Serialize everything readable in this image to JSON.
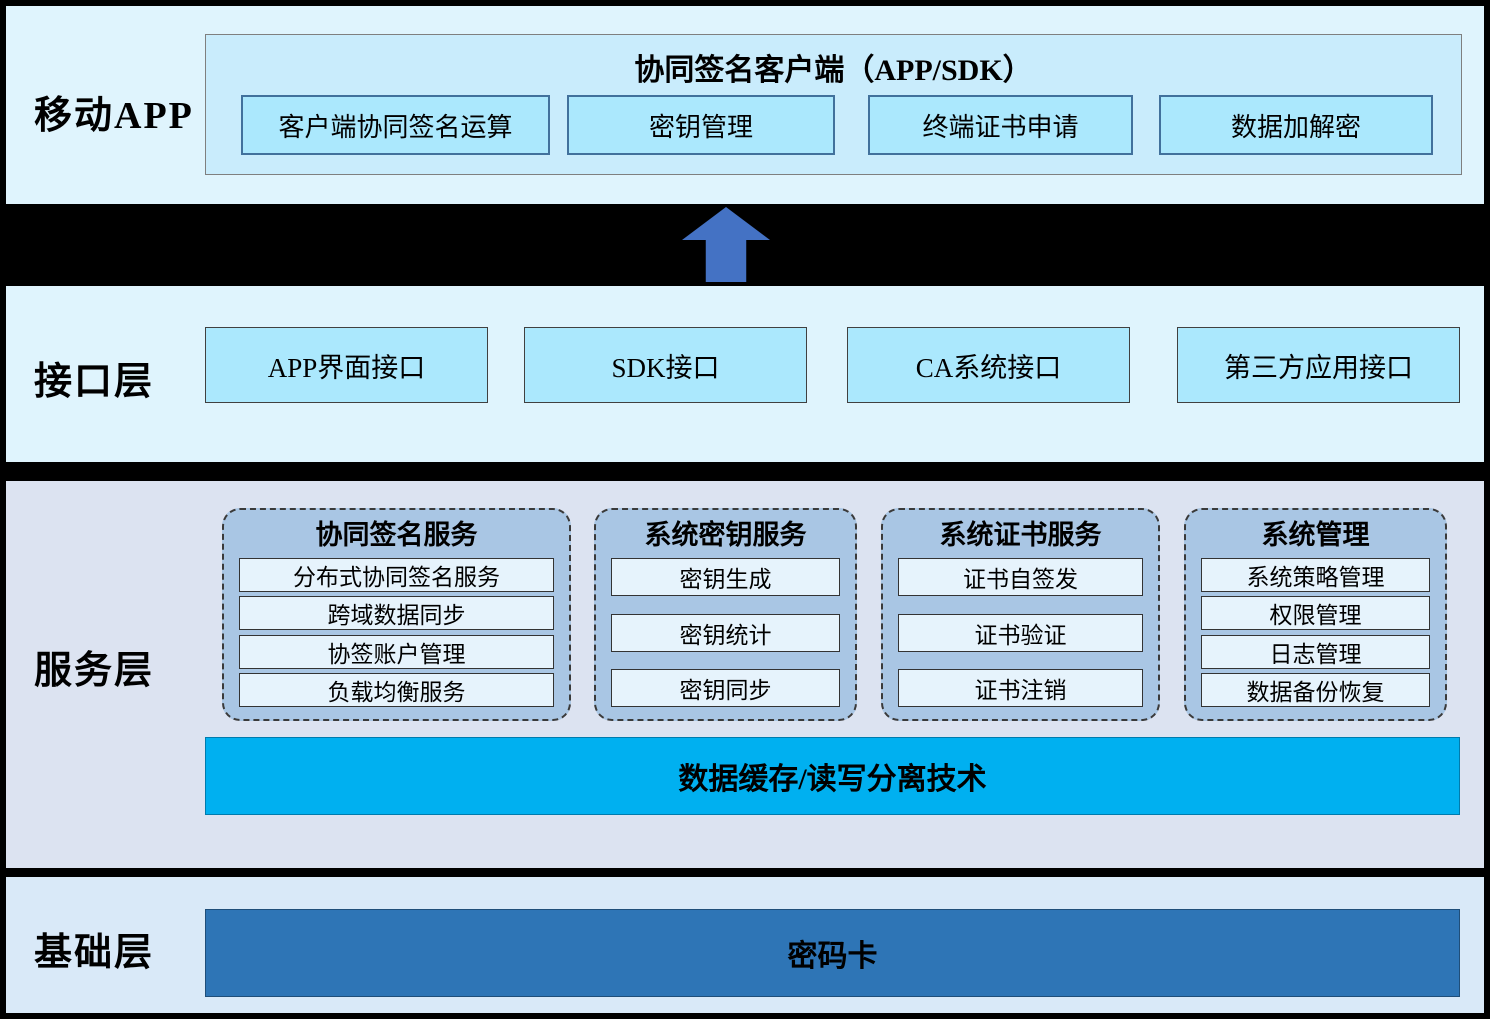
{
  "layers": {
    "mobile": {
      "label": "移动APP",
      "client": {
        "title": "协同签名客户端（APP/SDK）",
        "items": [
          "客户端协同签名运算",
          "密钥管理",
          "终端证书申请",
          "数据加解密"
        ]
      }
    },
    "interface": {
      "label": "接口层",
      "items": [
        "APP界面接口",
        "SDK接口",
        "CA系统接口",
        "第三方应用接口"
      ]
    },
    "service": {
      "label": "服务层",
      "groups": [
        {
          "title": "协同签名服务",
          "items": [
            "分布式协同签名服务",
            "跨域数据同步",
            "协签账户管理",
            "负载均衡服务"
          ]
        },
        {
          "title": "系统密钥服务",
          "items": [
            "密钥生成",
            "密钥统计",
            "密钥同步"
          ]
        },
        {
          "title": "系统证书服务",
          "items": [
            "证书自签发",
            "证书验证",
            "证书注销"
          ]
        },
        {
          "title": "系统管理",
          "items": [
            "系统策略管理",
            "权限管理",
            "日志管理",
            "数据备份恢复"
          ]
        }
      ],
      "tech_bar": "数据缓存/读写分离技术"
    },
    "base": {
      "label": "基础层",
      "bar": "密码卡"
    }
  },
  "colors": {
    "band_light_blue": "#dff4fd",
    "band_service": "#dce3f1",
    "band_base": "#d9e9f8",
    "client_container_fill": "#c9ecfc",
    "cyan_box_fill": "#abe8fd",
    "group_fill": "#a9c6e4",
    "group_item_fill": "#e6f3fc",
    "tech_bar_fill": "#00b0f0",
    "base_bar_fill": "#2e75b6",
    "arrow": "#4472c4",
    "separator": "#000000"
  }
}
